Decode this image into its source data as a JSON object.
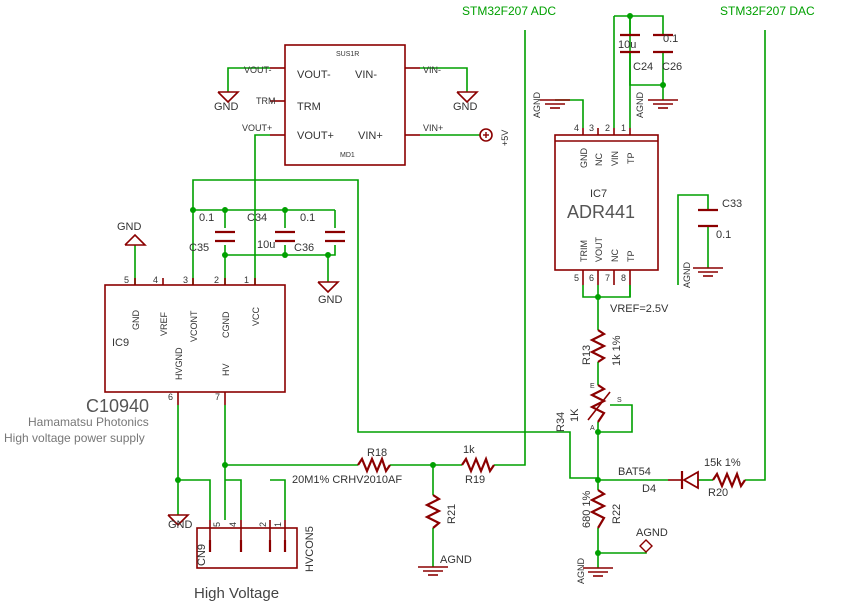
{
  "nets": {
    "adc": "STM32F207 ADC",
    "dac": "STM32F207 DAC",
    "vref": "VREF=2.5V",
    "agnd": "AGND",
    "gnd": "GND",
    "plus5v": "+5V",
    "vout_minus": "VOUT-",
    "vout_plus": "VOUT+",
    "vin_minus": "VIN-",
    "vin_plus": "VIN+",
    "trm": "TRM"
  },
  "md1": {
    "part": "SUS1R",
    "name": "MD1",
    "pins": {
      "vout_minus": "VOUT-",
      "trm": "TRM",
      "vout_plus": "VOUT+",
      "vin_minus": "VIN-",
      "vin_plus": "VIN+"
    }
  },
  "ic7": {
    "name": "IC7",
    "part": "ADR441",
    "top_pins": [
      "GND",
      "NC",
      "VIN",
      "TP"
    ],
    "top_nums": [
      "4",
      "3",
      "2",
      "1"
    ],
    "bot_pins": [
      "TRIM",
      "VOUT",
      "NC",
      "TP"
    ],
    "bot_nums": [
      "5",
      "6",
      "7",
      "8"
    ]
  },
  "ic9": {
    "name": "IC9",
    "part": "C10940",
    "maker": "Hamamatsu Photonics",
    "desc": "High voltage power supply",
    "top_pins": [
      "GND",
      "VREF",
      "VCONT",
      "CGND",
      "VCC"
    ],
    "top_nums": [
      "5",
      "4",
      "3",
      "2",
      "1"
    ],
    "bot_pins": [
      "HVGND",
      "HV"
    ],
    "bot_nums": [
      "6",
      "7"
    ]
  },
  "caps": {
    "c24": {
      "name": "C24",
      "value": "10u"
    },
    "c26": {
      "name": "C26",
      "value": "0.1"
    },
    "c33": {
      "name": "C33",
      "value": "0.1"
    },
    "c34": {
      "name": "C34",
      "value": "10u"
    },
    "c35": {
      "name": "C35",
      "value": "0.1"
    },
    "c36": {
      "name": "C36",
      "value": "0.1"
    }
  },
  "resistors": {
    "r13": {
      "name": "R13",
      "value": "1k 1%"
    },
    "r18": {
      "name": "R18",
      "value": "20M1% CRHV2010AF"
    },
    "r19": {
      "name": "R19",
      "value": "1k"
    },
    "r20": {
      "name": "R20",
      "value": "15k 1%"
    },
    "r21": {
      "name": "R21"
    },
    "r22": {
      "name": "R22",
      "value": "680 1%"
    },
    "r34": {
      "name": "R34",
      "value": "1K"
    }
  },
  "pot_pins": {
    "a": "A",
    "e": "E",
    "s": "S"
  },
  "diode": {
    "name": "D4",
    "value": "BAT54"
  },
  "connector": {
    "name": "CN9",
    "part": "HVCON5",
    "pin_nums": [
      "5",
      "4",
      "2",
      "1"
    ],
    "caption": "High Voltage"
  }
}
